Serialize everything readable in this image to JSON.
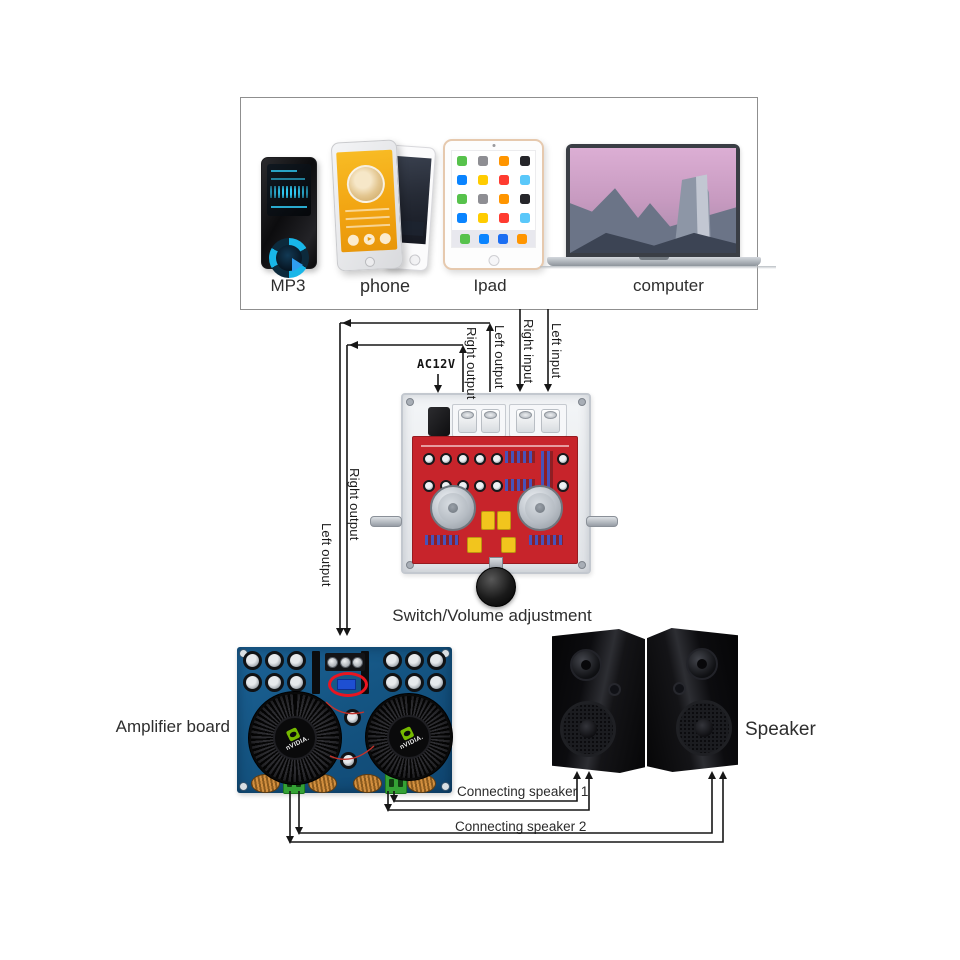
{
  "devices": {
    "items": [
      {
        "label": "MP3"
      },
      {
        "label": "phone"
      },
      {
        "label": "Ipad"
      },
      {
        "label": "computer"
      }
    ]
  },
  "preamp": {
    "power_label": "AC12V",
    "caption": "Switch/Volume adjustment",
    "ports": {
      "right_output": "Right output",
      "left_output": "Left output",
      "right_input": "Right input",
      "left_input": "Left input"
    }
  },
  "wires": {
    "right_output": "Right output",
    "left_output": "Left output",
    "speaker1": "Connecting speaker 1",
    "speaker2": "Connecting speaker 2"
  },
  "amplifier": {
    "label": "Amplifier board",
    "fan_brand": "nVIDIA."
  },
  "speaker": {
    "label": "Speaker"
  },
  "colors": {
    "line": "#161616",
    "highlight_red": "#ea1520",
    "nvidia_green": "#76b900",
    "preamp_pcb": "#c7242b",
    "amp_pcb": "#155684"
  }
}
